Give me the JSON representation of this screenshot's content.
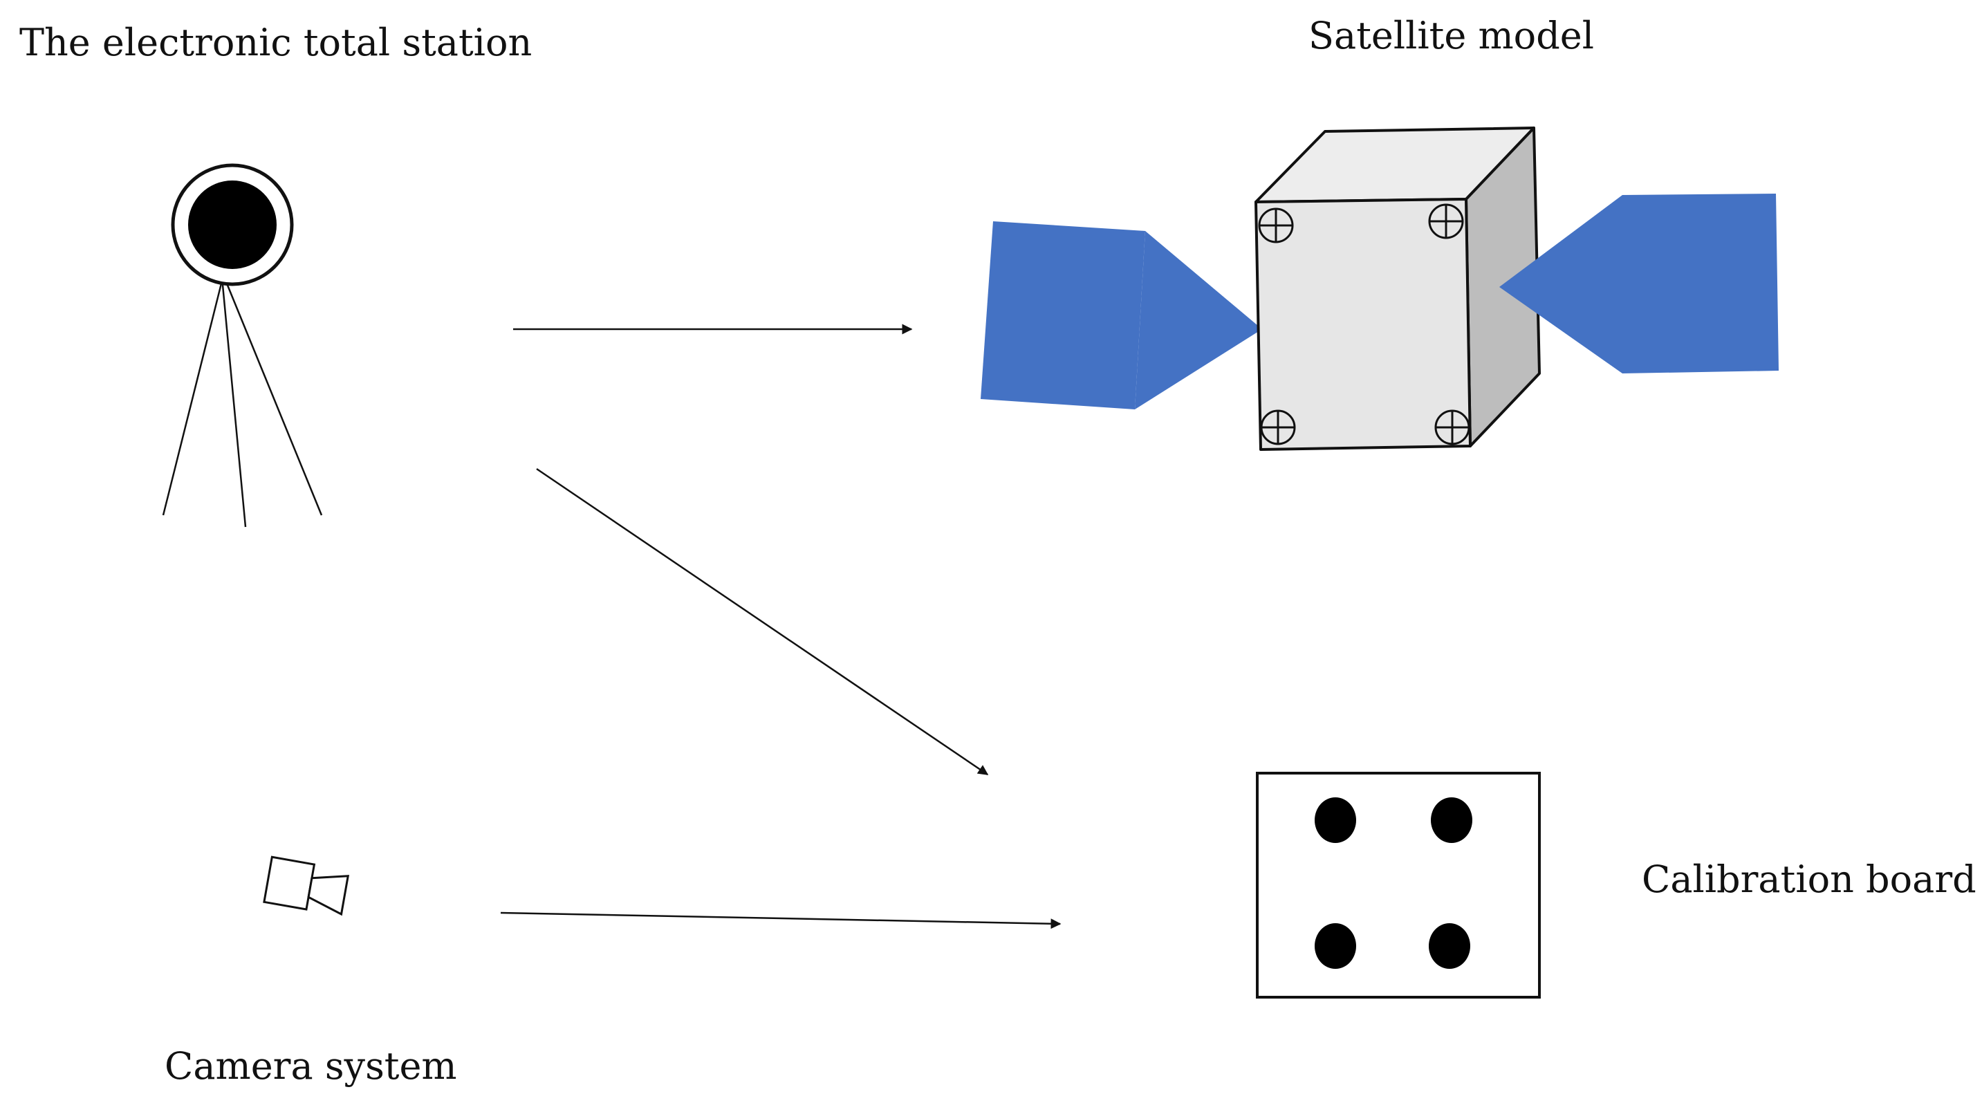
{
  "labels": {
    "total_station": "The electronic total station",
    "satellite_model": "Satellite model",
    "calibration_board": "Calibration board",
    "camera_system": "Camera system"
  },
  "colors": {
    "solar_panel": "#4472C4",
    "cube_front": "#E6E6E6",
    "cube_top": "#EDEDED",
    "cube_side": "#BDBDBD",
    "ink": "#111111",
    "background": "#FFFFFF"
  },
  "icons": {
    "total_station": "tripod-station-icon",
    "camera": "camera-icon",
    "satellite": "satellite-icon",
    "target_marker": "crosshair-circle-icon",
    "board_dot": "filled-circle-icon"
  }
}
